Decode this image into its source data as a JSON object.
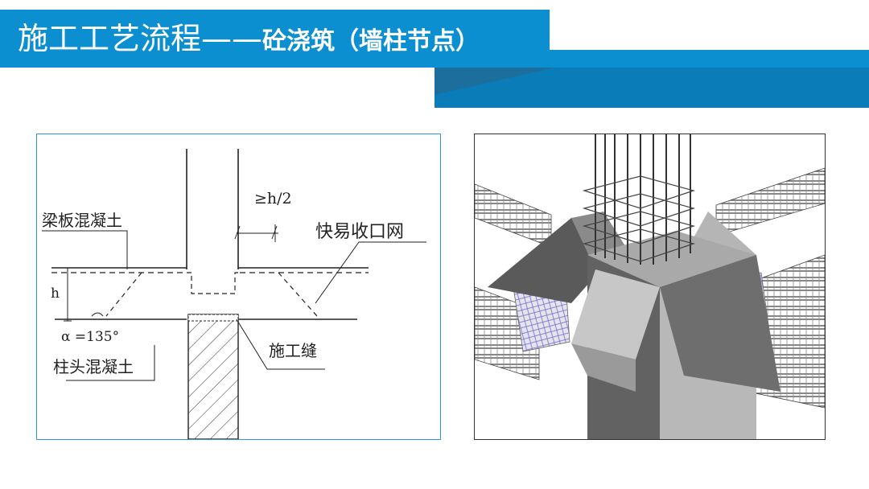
{
  "title": {
    "main": "施工工艺流程——",
    "sub": "砼浇筑（墙柱节点）"
  },
  "diagram": {
    "labels": {
      "beam_slab_concrete": "梁板混凝土",
      "quick_mesh": "快易收口网",
      "min_length": "≥h/2",
      "height": "h",
      "angle": "α =135°",
      "column_head_concrete": "柱头混凝土",
      "construction_joint": "施工缝"
    }
  },
  "colors": {
    "accent": "#0c8fd0",
    "panel_border": "#2b9ad6",
    "concrete_dark": "#5a5a5a",
    "concrete_light": "#c4c4c4",
    "mesh": "#7a6fd0"
  }
}
